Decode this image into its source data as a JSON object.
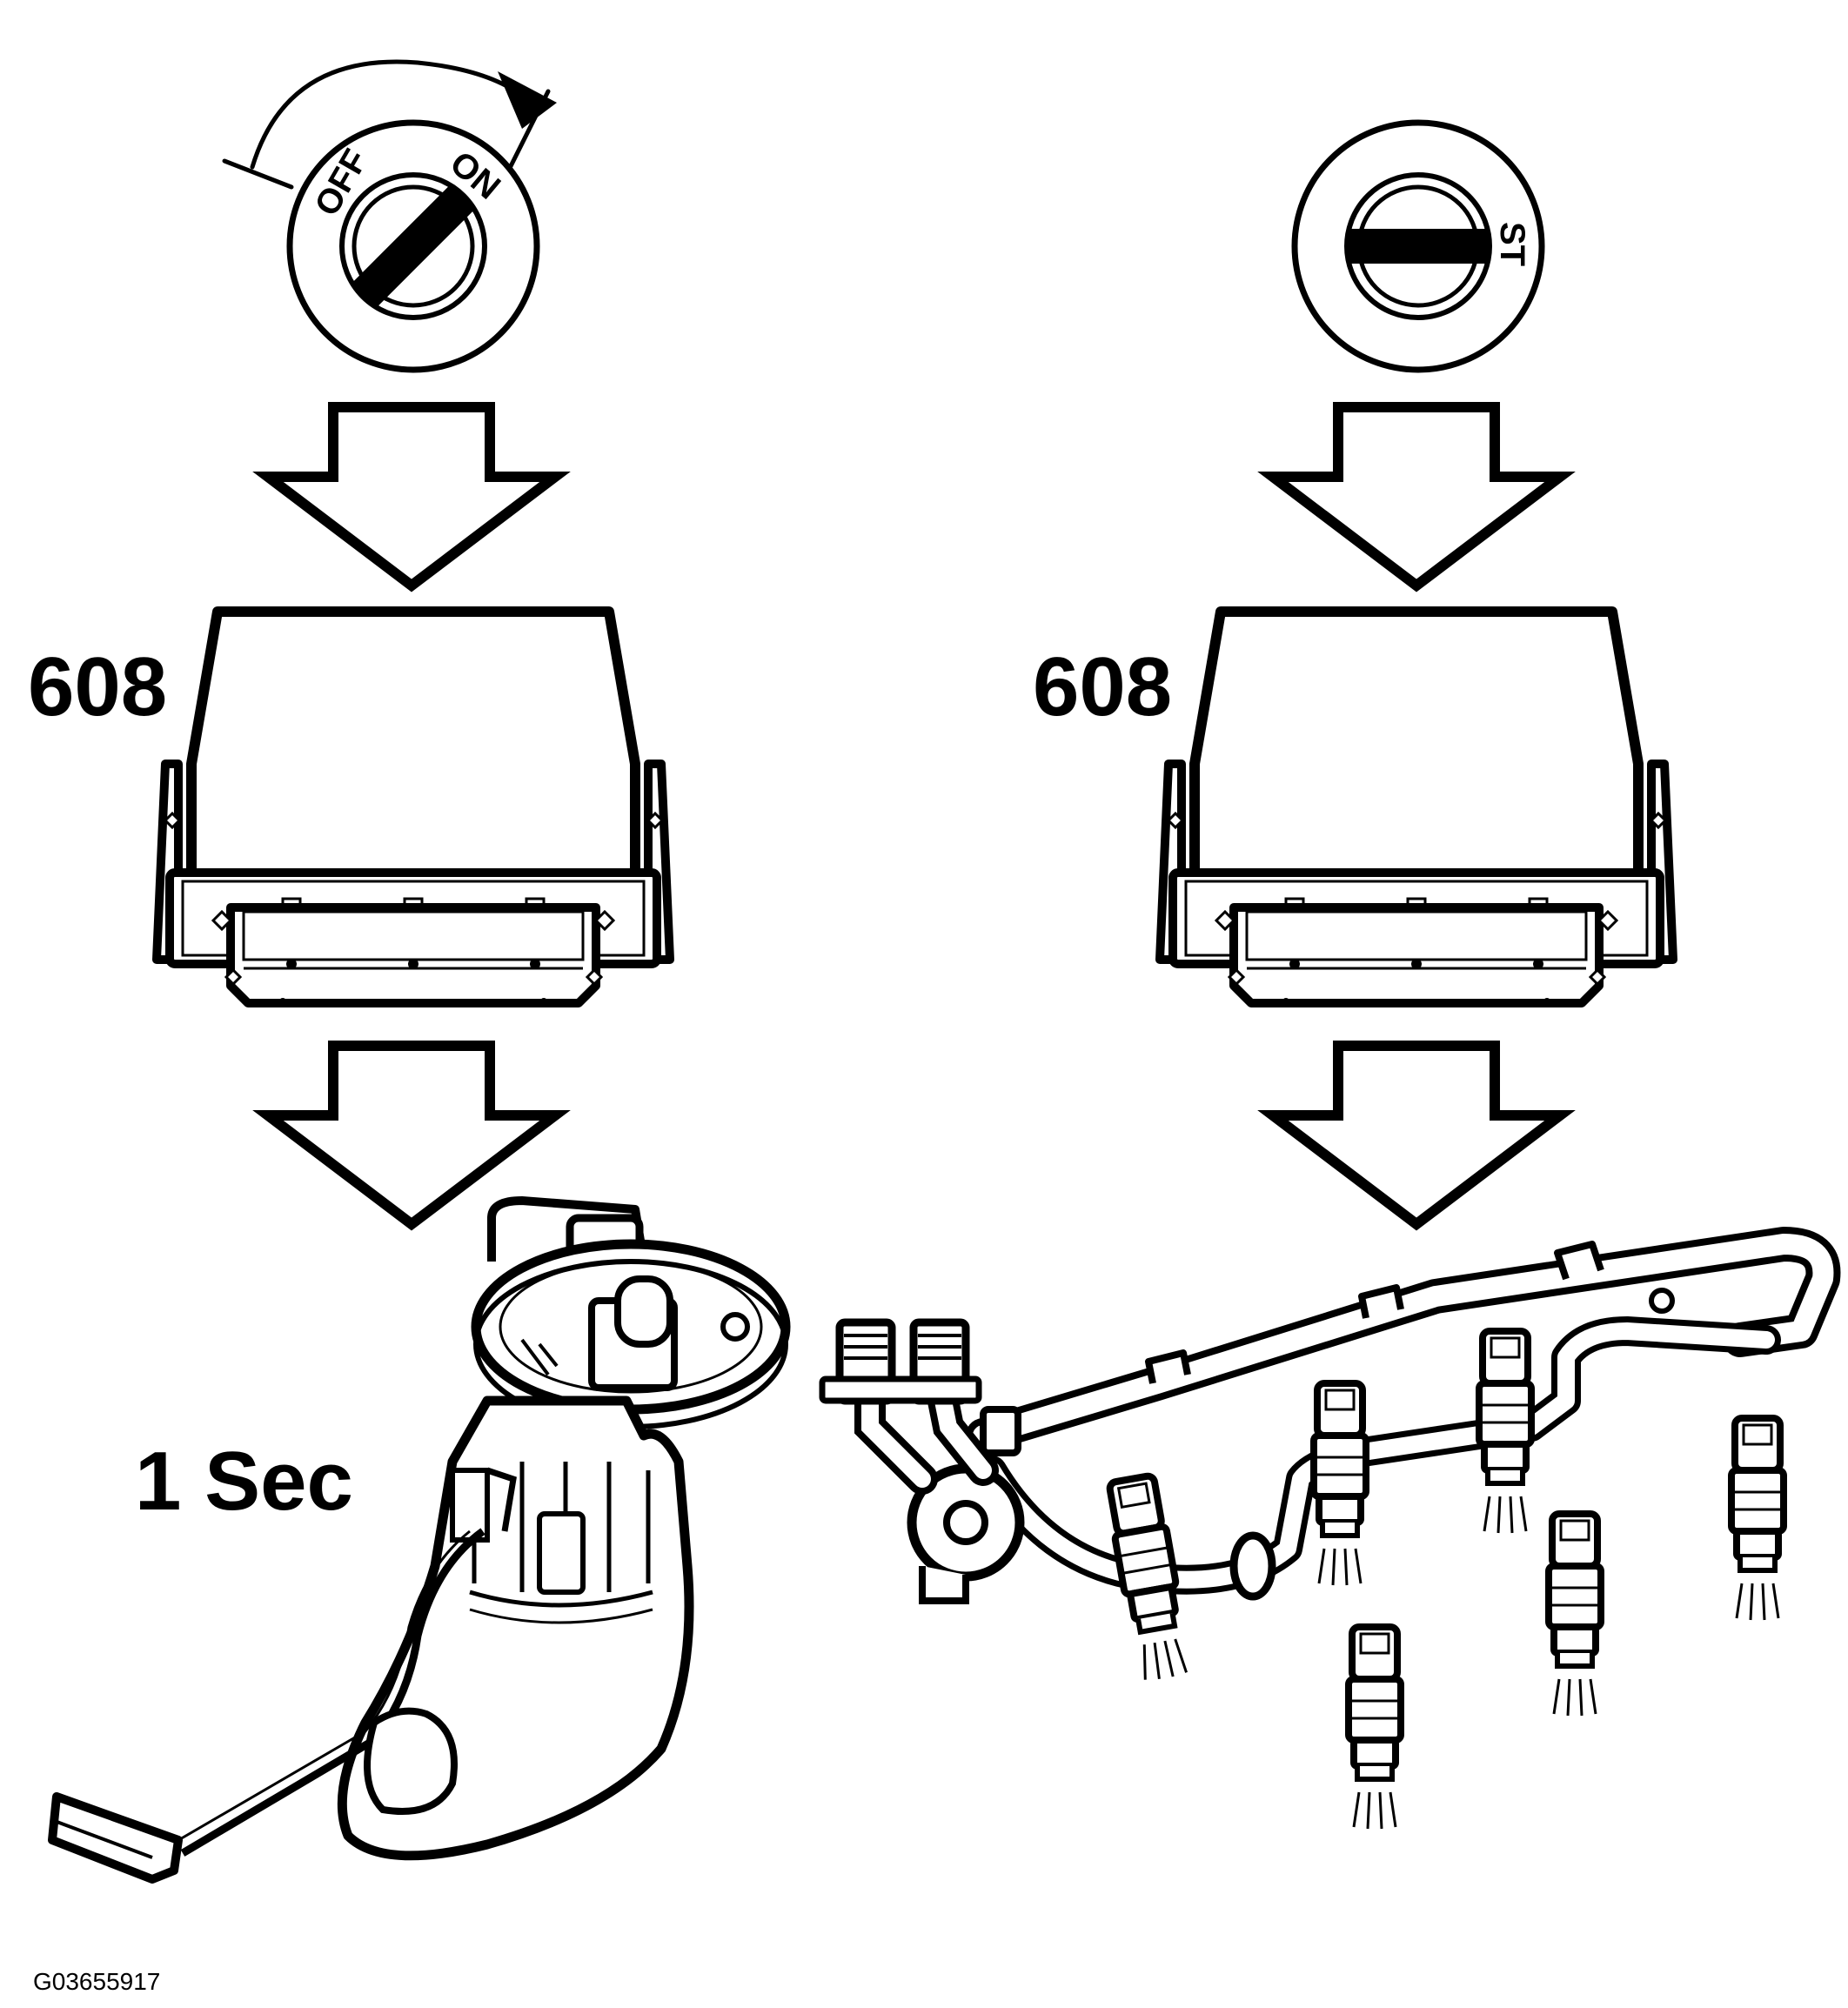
{
  "left_panel": {
    "switch": {
      "off_label": "OFF",
      "on_label": "ON"
    },
    "module_label": "608",
    "duration_label": "1 Sec"
  },
  "right_panel": {
    "switch": {
      "start_label": "ST"
    },
    "module_label": "608"
  },
  "figure_id": "G03655917",
  "colors": {
    "ink": "#000000",
    "paper": "#ffffff"
  },
  "icons": [
    "ignition-switch-icon",
    "down-arrow-icon",
    "control-module-icon",
    "fuel-pump-icon",
    "fuel-injector-rail-icon"
  ]
}
